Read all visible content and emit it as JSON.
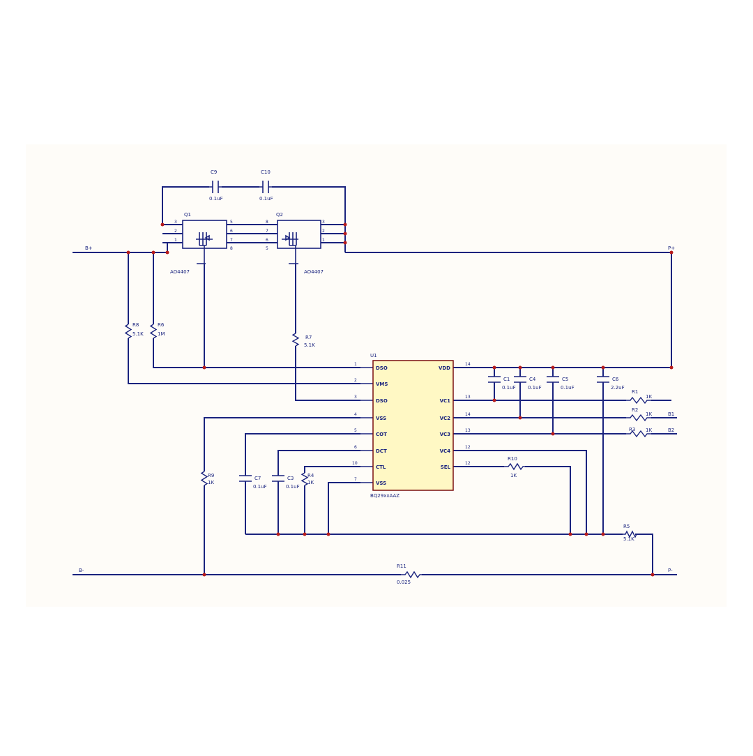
{
  "schematic": {
    "ic": {
      "designator": "U1",
      "part": "BQ29xxAAZ",
      "left_pins": [
        {
          "num": "1",
          "name": "DSO"
        },
        {
          "num": "2",
          "name": "VMS"
        },
        {
          "num": "3",
          "name": "DSO"
        },
        {
          "num": "4",
          "name": "VSS"
        },
        {
          "num": "5",
          "name": "COT"
        },
        {
          "num": "6",
          "name": "DCT"
        },
        {
          "num": "10",
          "name": "CTL"
        },
        {
          "num": "7",
          "name": "VSS"
        }
      ],
      "right_pins": [
        {
          "num": "14",
          "name": "VDD"
        },
        {
          "num": "13",
          "name": "VC1"
        },
        {
          "num": "14",
          "name": "VC2"
        },
        {
          "num": "13",
          "name": "VC3"
        },
        {
          "num": "12",
          "name": "VC4"
        },
        {
          "num": "12",
          "name": "SEL"
        }
      ]
    },
    "mosfets": [
      {
        "designator": "Q1",
        "part": "AO4407",
        "pins": [
          "3",
          "2",
          "1",
          "5",
          "6",
          "7",
          "8"
        ]
      },
      {
        "designator": "Q2",
        "part": "AO4407",
        "pins": [
          "8",
          "7",
          "6",
          "5",
          "3",
          "2",
          "1"
        ]
      }
    ],
    "capacitors": [
      {
        "designator": "C9",
        "value": "0.1uF"
      },
      {
        "designator": "C10",
        "value": "0.1uF"
      },
      {
        "designator": "C1",
        "value": "0.1uF"
      },
      {
        "designator": "C4",
        "value": "0.1uF"
      },
      {
        "designator": "C5",
        "value": "0.1uF"
      },
      {
        "designator": "C6",
        "value": "2.2uF"
      },
      {
        "designator": "C7",
        "value": "0.1uF"
      },
      {
        "designator": "C3",
        "value": "0.1uF"
      }
    ],
    "resistors": [
      {
        "designator": "R8",
        "value": "5.1K"
      },
      {
        "designator": "R6",
        "value": "1M"
      },
      {
        "designator": "R7",
        "value": "5.1K"
      },
      {
        "designator": "R1",
        "value": "1K"
      },
      {
        "designator": "R2",
        "value": "1K"
      },
      {
        "designator": "R3",
        "value": "1K"
      },
      {
        "designator": "R9",
        "value": "1K"
      },
      {
        "designator": "R10",
        "value": "1K"
      },
      {
        "designator": "R4",
        "value": "1K"
      },
      {
        "designator": "R5",
        "value": "5.1K"
      },
      {
        "designator": "R11",
        "value": "0.025"
      }
    ],
    "ports": [
      {
        "id": "b-plus-in",
        "text": "B+"
      },
      {
        "id": "p-plus",
        "text": "P+"
      },
      {
        "id": "b1",
        "text": "B1"
      },
      {
        "id": "b2",
        "text": "B2"
      },
      {
        "id": "b-minus",
        "text": "B-"
      },
      {
        "id": "p-minus",
        "text": "P-"
      }
    ],
    "colors": {
      "wire": "#1a237e",
      "junction": "#b71c1c",
      "ic_fill": "#fff8c4",
      "paper": "#fefcf8"
    }
  }
}
